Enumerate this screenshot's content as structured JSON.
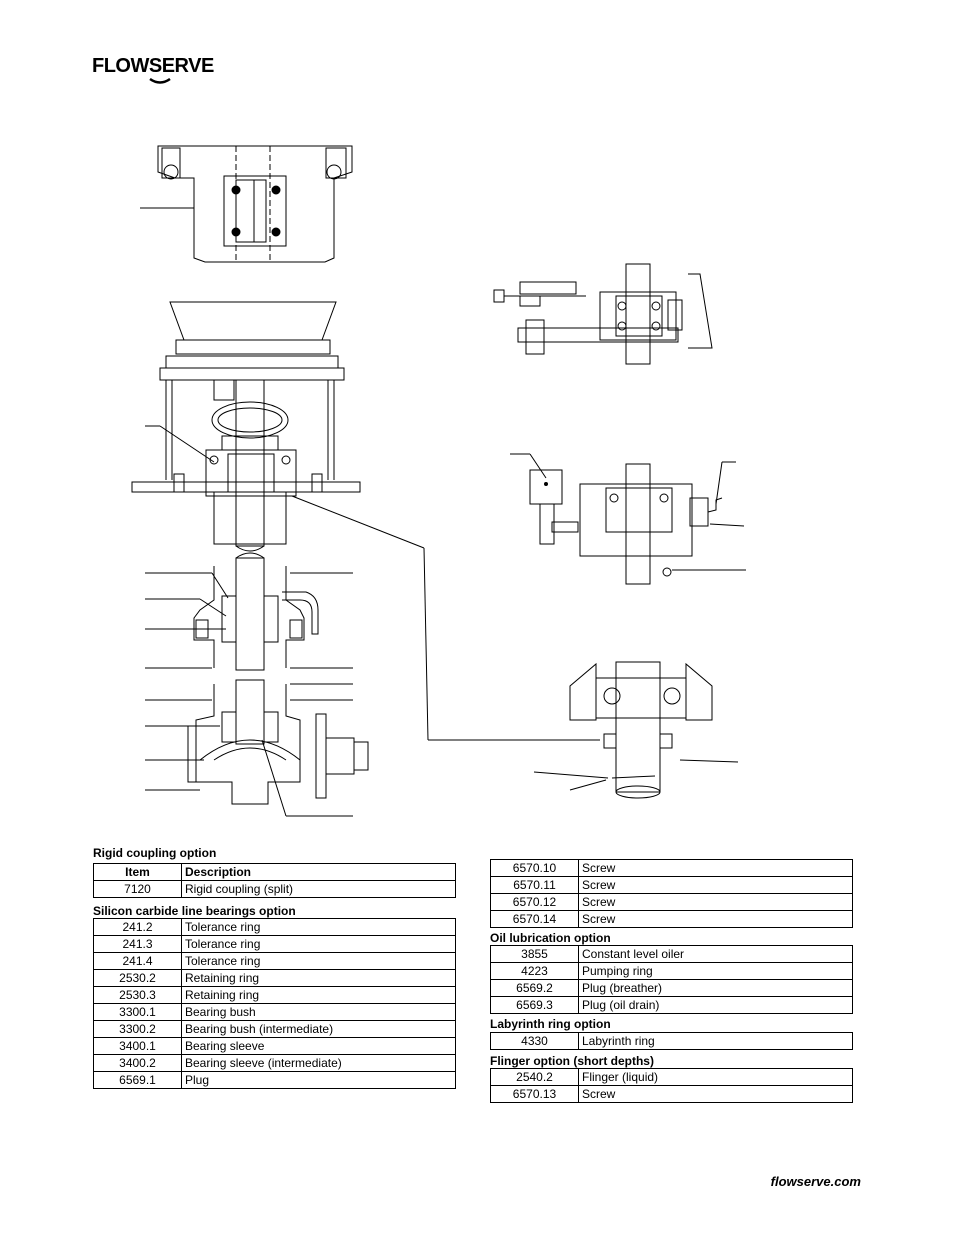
{
  "brand": {
    "name": "FLOWSERVE"
  },
  "tables": {
    "rigid": {
      "title": "Rigid coupling option",
      "header": {
        "item": "Item",
        "description": "Description"
      },
      "rows": [
        {
          "item": "7120",
          "desc": "Rigid coupling (split)"
        }
      ]
    },
    "silicon": {
      "title": "Silicon carbide line bearings option",
      "rows": [
        {
          "item": "241.2",
          "desc": "Tolerance ring"
        },
        {
          "item": "241.3",
          "desc": "Tolerance ring"
        },
        {
          "item": "241.4",
          "desc": "Tolerance ring"
        },
        {
          "item": "2530.2",
          "desc": "Retaining ring"
        },
        {
          "item": "2530.3",
          "desc": "Retaining ring"
        },
        {
          "item": "3300.1",
          "desc": "Bearing bush"
        },
        {
          "item": "3300.2",
          "desc": "Bearing bush (intermediate)"
        },
        {
          "item": "3400.1",
          "desc": "Bearing sleeve"
        },
        {
          "item": "3400.2",
          "desc": "Bearing sleeve (intermediate)"
        },
        {
          "item": "6569.1",
          "desc": "Plug"
        }
      ]
    },
    "screws": {
      "rows": [
        {
          "item": "6570.10",
          "desc": "Screw"
        },
        {
          "item": "6570.11",
          "desc": "Screw"
        },
        {
          "item": "6570.12",
          "desc": "Screw"
        },
        {
          "item": "6570.14",
          "desc": "Screw"
        }
      ]
    },
    "oil": {
      "title": "Oil lubrication option",
      "rows": [
        {
          "item": "3855",
          "desc": "Constant level oiler"
        },
        {
          "item": "4223",
          "desc": "Pumping ring"
        },
        {
          "item": "6569.2",
          "desc": "Plug (breather)"
        },
        {
          "item": "6569.3",
          "desc": "Plug (oil drain)"
        }
      ]
    },
    "labyrinth": {
      "title": "Labyrinth ring option",
      "rows": [
        {
          "item": "4330",
          "desc": "Labyrinth ring"
        }
      ]
    },
    "flinger": {
      "title": "Flinger option (short depths)",
      "rows": [
        {
          "item": "2540.2",
          "desc": "Flinger (liquid)"
        },
        {
          "item": "6570.13",
          "desc": "Screw"
        }
      ]
    }
  },
  "footer": {
    "website": "flowserve.com"
  }
}
